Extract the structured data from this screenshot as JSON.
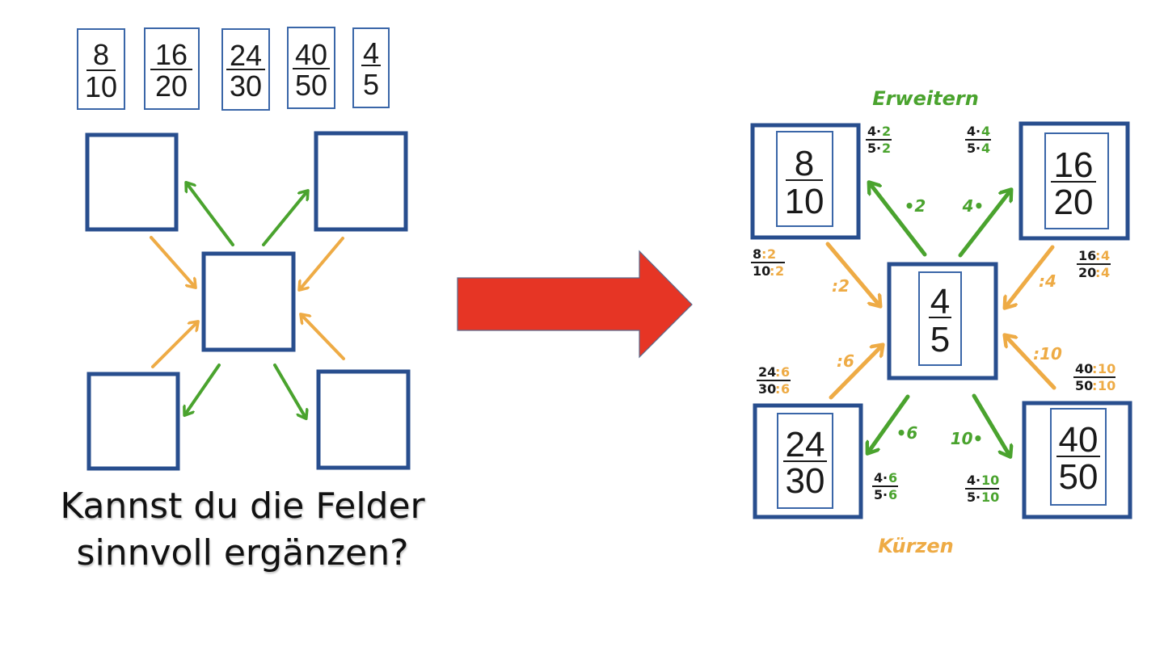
{
  "colors": {
    "box_border": "#284e8e",
    "inner_border": "#3a66a8",
    "expand_arrow": "#4aa32e",
    "reduce_arrow": "#eeab45",
    "big_arrow": "#e63525",
    "big_arrow_outline": "#5a6a8c",
    "text": "#1a1a1a"
  },
  "left_panel": {
    "fraction_cards": [
      {
        "numerator": "8",
        "denominator": "10"
      },
      {
        "numerator": "16",
        "denominator": "20"
      },
      {
        "numerator": "24",
        "denominator": "30"
      },
      {
        "numerator": "40",
        "denominator": "50"
      },
      {
        "numerator": "4",
        "denominator": "5"
      }
    ],
    "empty_boxes": [
      "top-left",
      "top-right",
      "center",
      "bottom-left",
      "bottom-right"
    ],
    "question_line1": "Kannst du die Felder",
    "question_line2": "sinnvoll ergänzen?"
  },
  "transition_arrow": {
    "icon": "right-arrow-icon",
    "direction": "right"
  },
  "right_panel": {
    "label_expand": "Erweitern",
    "label_reduce": "Kürzen",
    "center": {
      "numerator": "4",
      "denominator": "5"
    },
    "corners": {
      "top_left": {
        "numerator": "8",
        "denominator": "10",
        "expand_label": "•2",
        "expand_calc": {
          "num": "4",
          "num_factor": "2",
          "den": "5",
          "den_factor": "2",
          "op": "·"
        },
        "reduce_label": ":2",
        "reduce_calc": {
          "num": "8",
          "num_factor": "2",
          "den": "10",
          "den_factor": "2",
          "op": ":"
        }
      },
      "top_right": {
        "numerator": "16",
        "denominator": "20",
        "expand_label": "4•",
        "expand_calc": {
          "num": "4",
          "num_factor": "4",
          "den": "5",
          "den_factor": "4",
          "op": "·"
        },
        "reduce_label": ":4",
        "reduce_calc": {
          "num": "16",
          "num_factor": "4",
          "den": "20",
          "den_factor": "4",
          "op": ":"
        }
      },
      "bottom_left": {
        "numerator": "24",
        "denominator": "30",
        "expand_label": "•6",
        "expand_calc": {
          "num": "4",
          "num_factor": "6",
          "den": "5",
          "den_factor": "6",
          "op": "·"
        },
        "reduce_label": ":6",
        "reduce_calc": {
          "num": "24",
          "num_factor": "6",
          "den": "30",
          "den_factor": "6",
          "op": ":"
        }
      },
      "bottom_right": {
        "numerator": "40",
        "denominator": "50",
        "expand_label": "10•",
        "expand_calc": {
          "num": "4",
          "num_factor": "10",
          "den": "5",
          "den_factor": "10",
          "op": "·"
        },
        "reduce_label": ":10",
        "reduce_calc": {
          "num": "40",
          "num_factor": "10",
          "den": "50",
          "den_factor": "10",
          "op": ":"
        }
      }
    }
  }
}
